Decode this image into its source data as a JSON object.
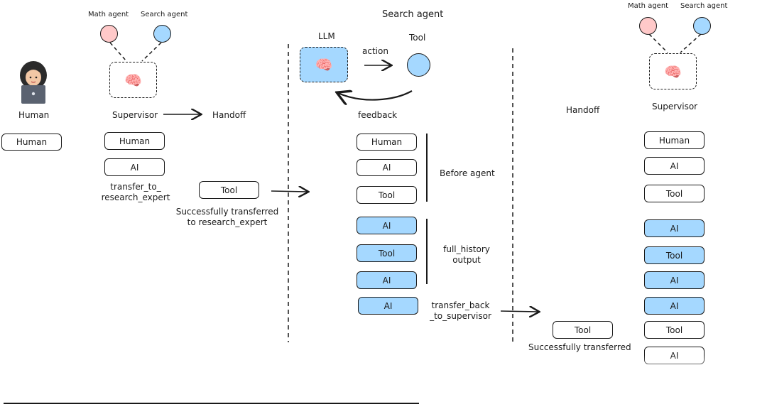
{
  "labels": {
    "human": "Human",
    "supervisor": "Supervisor",
    "handoff": "Handoff",
    "math_agent": "Math agent",
    "search_agent": "Search agent",
    "search_agent_title": "Search agent",
    "llm": "LLM",
    "tool": "Tool",
    "action": "action",
    "feedback": "feedback",
    "before_agent": "Before agent",
    "full_history_output": "full_history output",
    "transfer_to_research_expert": "transfer_to_ research_expert",
    "successfully_transferred_to_research_expert": "Successfully transferred to research_expert",
    "transfer_back_to_supervisor": "transfer_back _to_supervisor",
    "successfully_transferred": "Successfully transferred"
  },
  "messages": {
    "human_col": [
      "Human"
    ],
    "supervisor_col": [
      "Human",
      "AI"
    ],
    "handoff_col": [
      "Tool"
    ],
    "search_before": [
      "Human",
      "AI",
      "Tool"
    ],
    "search_history": [
      "AI",
      "Tool",
      "AI"
    ],
    "search_transfer": [
      "AI"
    ],
    "handoff2_col": [
      "Tool"
    ],
    "supervisor2_col": [
      "Human",
      "AI",
      "Tool",
      "AI",
      "Tool",
      "AI",
      "AI",
      "Tool",
      "AI"
    ]
  },
  "icons": {
    "human_avatar": "woman-with-laptop",
    "brain": "brain-icon"
  },
  "colors": {
    "message_blue": "#a5d8ff",
    "math_agent_pink": "#ffc9c9",
    "search_agent_blue": "#a5d8ff",
    "stroke": "#1a1a1a"
  }
}
